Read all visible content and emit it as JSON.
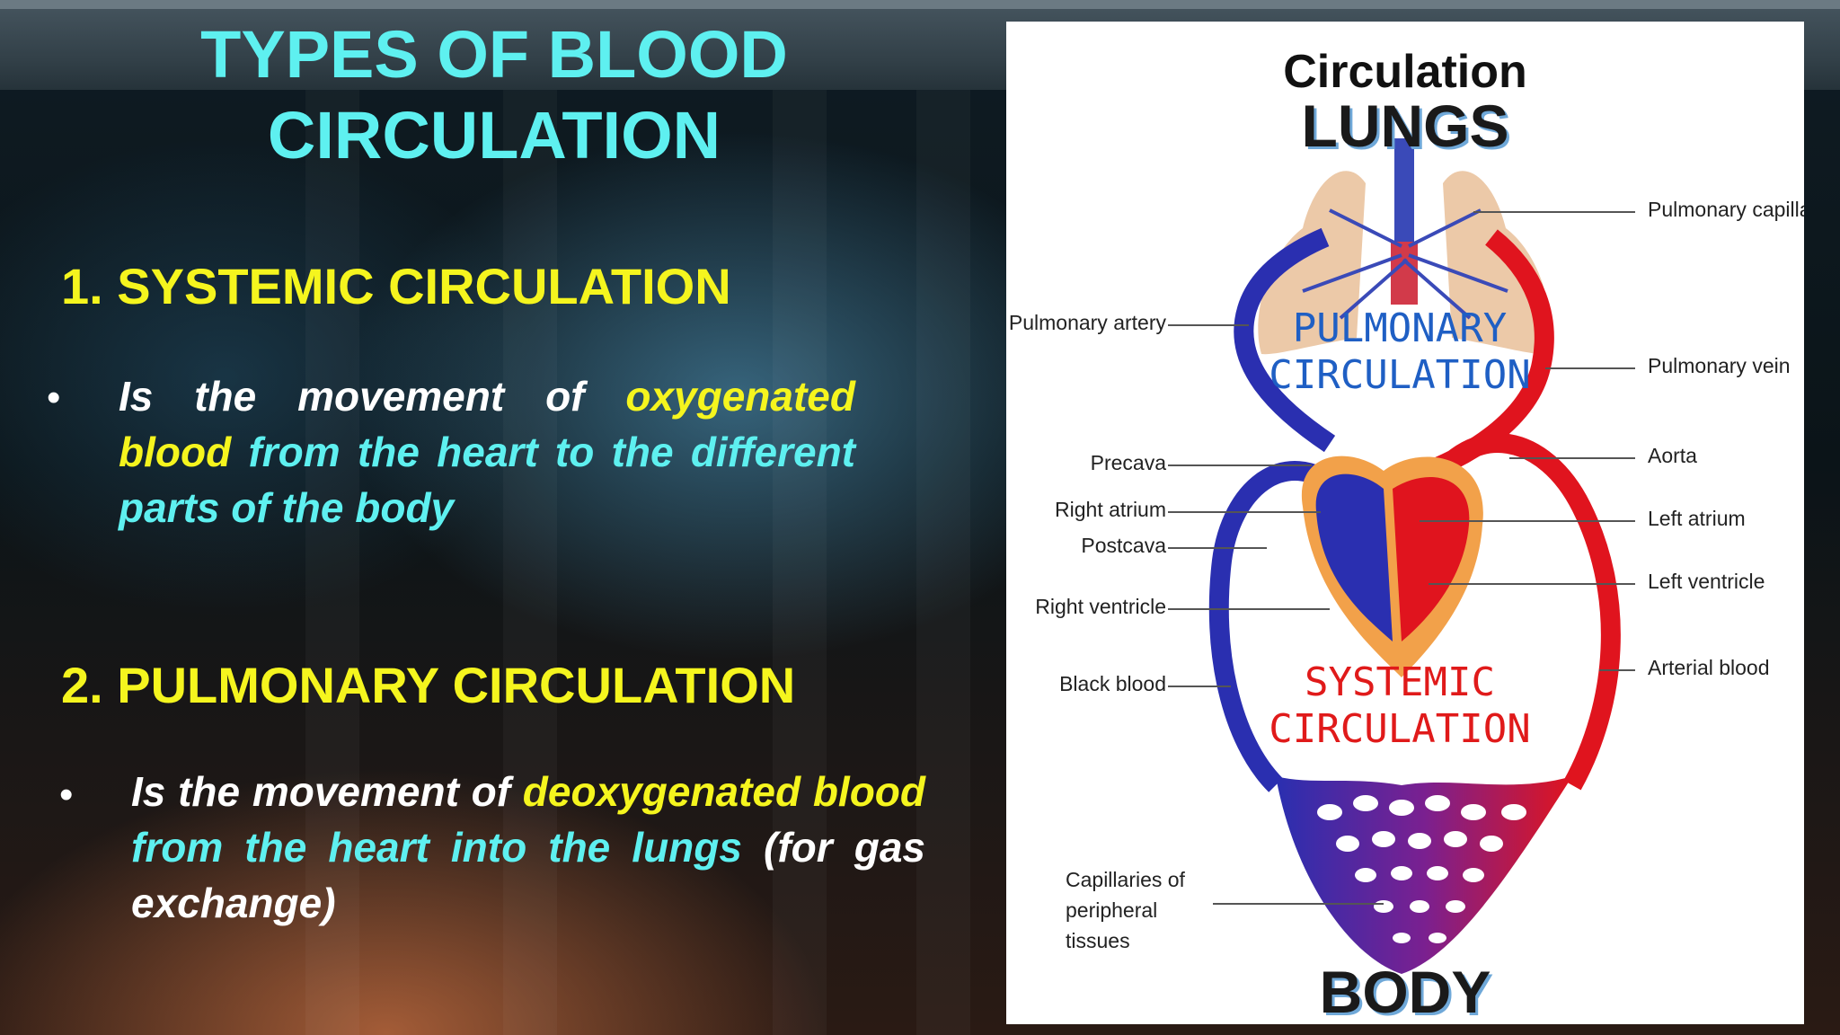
{
  "slide": {
    "title": "TYPES OF BLOOD CIRCULATION",
    "sections": [
      {
        "heading": "1. SYSTEMIC CIRCULATION",
        "bullet": "•",
        "text": [
          {
            "t": "Is the movement of ",
            "c": "w"
          },
          {
            "t": "oxygenated blood",
            "c": "y"
          },
          {
            "t": " from the heart to the different parts of the body",
            "c": "c"
          }
        ]
      },
      {
        "heading": "2. PULMONARY  CIRCULATION",
        "bullet": "•",
        "text": [
          {
            "t": "Is the movement of ",
            "c": "w"
          },
          {
            "t": "deoxygenated blood",
            "c": "y"
          },
          {
            "t": " from the heart into the lungs",
            "c": "c"
          },
          {
            "t": " (for gas exchange)",
            "c": "w"
          }
        ]
      }
    ]
  },
  "diagram": {
    "title": "Circulation",
    "top_label": "LUNGS",
    "bottom_label": "BODY",
    "pulmonary_label": "PULMONARY CIRCULATION",
    "systemic_label": "SYSTEMIC CIRCULATION",
    "left_labels": [
      "Pulmonary artery",
      "Precava",
      "Right atrium",
      "Postcava",
      "Right ventricle",
      "Black blood",
      "Capillaries of peripheral tissues"
    ],
    "right_labels": [
      "Pulmonary capilla",
      "Pulmonary vein",
      "Aorta",
      "Left atrium",
      "Left ventricle",
      "Arterial blood"
    ],
    "colors": {
      "oxygenated": "#e0141e",
      "deoxygenated": "#2a2fb0",
      "lung": "#ecc9a8",
      "heart_wall": "#f2a14a"
    }
  }
}
